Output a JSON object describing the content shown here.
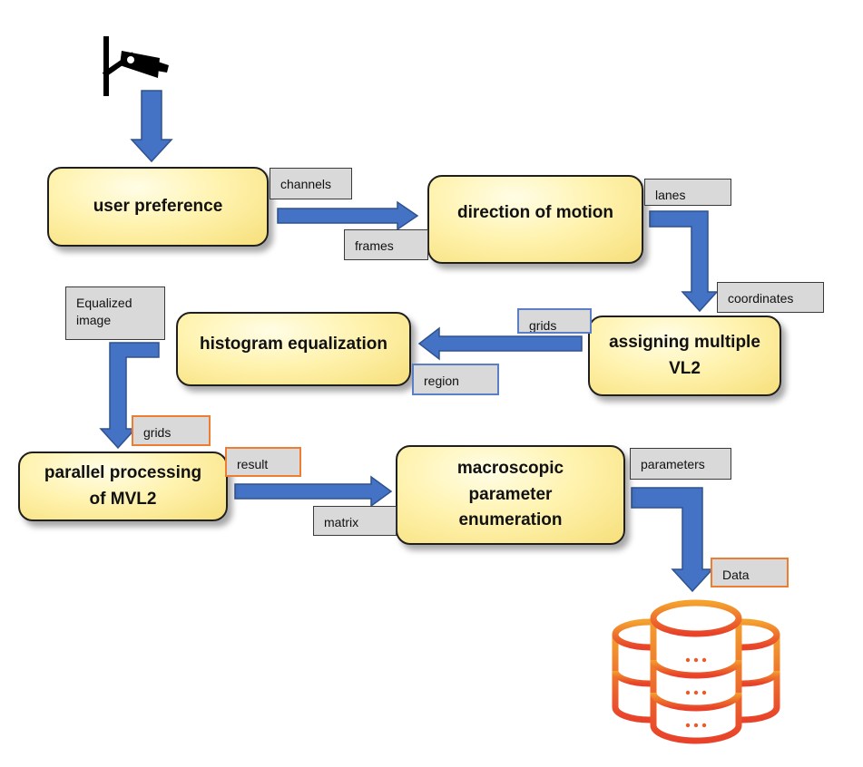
{
  "nodes": {
    "user_preference": "user preference",
    "direction_of_motion": "direction of motion",
    "assigning_multiple_vl2": [
      "assigning multiple",
      "VL2"
    ],
    "histogram_equalization": "histogram equalization",
    "parallel_processing": [
      "parallel processing",
      "of MVL2"
    ],
    "macroscopic": [
      "macroscopic",
      "parameter",
      "enumeration"
    ]
  },
  "labels": {
    "channels": "channels",
    "frames": "frames",
    "lanes": "lanes",
    "coordinates": "coordinates",
    "grids_top": "grids",
    "region": "region",
    "equalized_image": [
      "Equalized",
      "image"
    ],
    "grids_bottom": "grids",
    "result": "result",
    "matrix": "matrix",
    "parameters": "parameters",
    "data": "Data"
  },
  "icons": {
    "source": "surveillance-camera-icon",
    "sink": "database-icon"
  },
  "colors": {
    "arrow_fill": "#4472c4",
    "arrow_stroke": "#2f528f",
    "box_fill": "#fff3b0",
    "label_fill": "#d9d9d9",
    "accent_blue_border": "#5b7fc7",
    "accent_orange_border": "#ed7d31",
    "database_gradient_top": "#f4a12e",
    "database_gradient_bottom": "#e8422a"
  }
}
